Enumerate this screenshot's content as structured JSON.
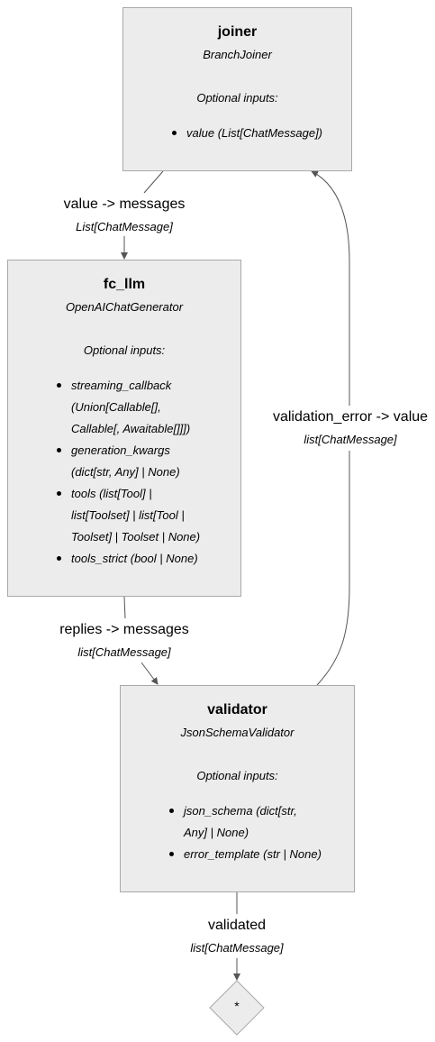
{
  "nodes": {
    "joiner": {
      "name": "joiner",
      "type": "BranchJoiner",
      "section": "Optional inputs:",
      "inputs": [
        "value (List[ChatMessage])"
      ]
    },
    "fc_llm": {
      "name": "fc_llm",
      "type": "OpenAIChatGenerator",
      "section": "Optional inputs:",
      "inputs": [
        [
          "streaming_callback",
          "(Union[Callable[],",
          "Callable[, Awaitable[]]])"
        ],
        [
          "generation_kwargs",
          "(dict[str, Any] | None)"
        ],
        [
          "tools (list[Tool] |",
          "list[Toolset] | list[Tool |",
          "Toolset] | Toolset | None)"
        ],
        [
          "tools_strict (bool | None)"
        ]
      ]
    },
    "validator": {
      "name": "validator",
      "type": "JsonSchemaValidator",
      "section": "Optional inputs:",
      "inputs": [
        [
          "json_schema (dict[str,",
          "Any] | None)"
        ],
        [
          "error_template (str | None)"
        ]
      ]
    }
  },
  "edges": {
    "joiner_to_fc_llm": {
      "label": "value -> messages",
      "type": "List[ChatMessage]"
    },
    "fc_llm_to_validator": {
      "label": "replies -> messages",
      "type": "list[ChatMessage]"
    },
    "validator_to_joiner": {
      "label": "validation_error -> value",
      "type": "list[ChatMessage]"
    },
    "validator_to_end": {
      "label": "validated",
      "type": "list[ChatMessage]"
    }
  },
  "end_node": {
    "symbol": "*"
  }
}
